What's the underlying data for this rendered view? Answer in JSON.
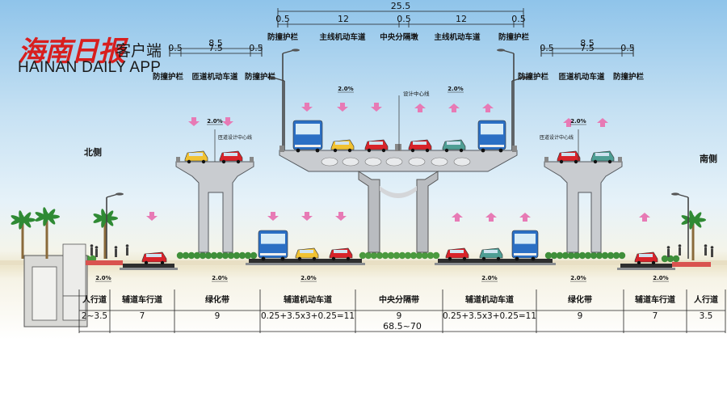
{
  "logo": {
    "cn": "海南日报",
    "sub": "客户端",
    "en": "HAINAN DAILY APP"
  },
  "sides": {
    "north": "北侧",
    "south": "南侧"
  },
  "top_dims": {
    "total": "25.5",
    "parts": [
      "0.5",
      "12",
      "0.5",
      "12",
      "0.5"
    ],
    "labels": [
      "防撞护栏",
      "主线机动车道",
      "中央分隔墩",
      "主线机动车道",
      "防撞护栏"
    ]
  },
  "left_dims": {
    "total": "8.5",
    "parts": [
      "0.5",
      "7.5",
      "0.5"
    ],
    "labels": [
      "防撞护栏",
      "匝道机动车道",
      "防撞护栏"
    ]
  },
  "right_dims": {
    "total": "8.5",
    "parts": [
      "0.5",
      "7.5",
      "0.5"
    ],
    "labels": [
      "防撞护栏",
      "匝道机动车道",
      "防撞护栏"
    ]
  },
  "annotations": {
    "center_line_main": "设计中心线",
    "center_line_ramp_left": "匝道设计中心线",
    "center_line_ramp_right": "匝道设计中心线",
    "slope": "2.0%"
  },
  "bottom_sections": [
    {
      "label": "人行道",
      "dim": "2~3.5"
    },
    {
      "label": "辅道车行道",
      "dim": "7"
    },
    {
      "label": "绿化带",
      "dim": "9"
    },
    {
      "label": "辅道机动车道",
      "dim": "0.25+3.5x3+0.25=11"
    },
    {
      "label": "中央分隔带",
      "dim": "9"
    },
    {
      "label": "辅道机动车道",
      "dim": "0.25+3.5x3+0.25=11"
    },
    {
      "label": "绿化带",
      "dim": "9"
    },
    {
      "label": "辅道车行道",
      "dim": "7"
    },
    {
      "label": "人行道",
      "dim": "3.5"
    }
  ],
  "bottom_total": "68.5~70",
  "colors": {
    "concrete": "#c9ccd0",
    "concrete_dark": "#6c7075",
    "road": "#2e2e2e",
    "grass": "#3f8f3a",
    "arrow": "#e77ab5",
    "car_red": "#d8232a",
    "car_yellow": "#f1c232",
    "bus_blue": "#2b6fc4",
    "car_teal": "#4e9e94"
  }
}
